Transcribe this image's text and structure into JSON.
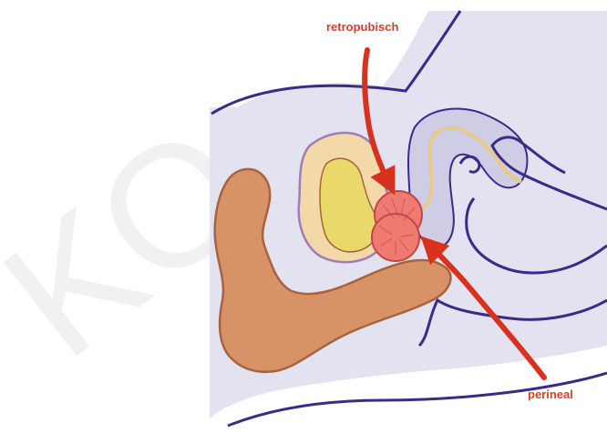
{
  "labels": {
    "top": "retropubisch",
    "bottom": "perineal"
  },
  "colors": {
    "label_text": "#d5402a",
    "arrow": "#d8321e",
    "outline": "#3b2a8a",
    "pelvis_fill": "#e2e2f1",
    "bowel_fill": "#d89268",
    "bowel_stroke": "#a8623d",
    "bladder_outer": "#f2d9a7",
    "bladder_inner": "#e9d96a",
    "bladder_stroke": "#a07cb8",
    "prostate_fill": "#ee7a72",
    "prostate_stroke": "#c24848",
    "urethra": "#e7c98a",
    "penis_fill": "#cfcde6",
    "watermark": "#d9d9d9"
  },
  "watermark_text": "KO"
}
